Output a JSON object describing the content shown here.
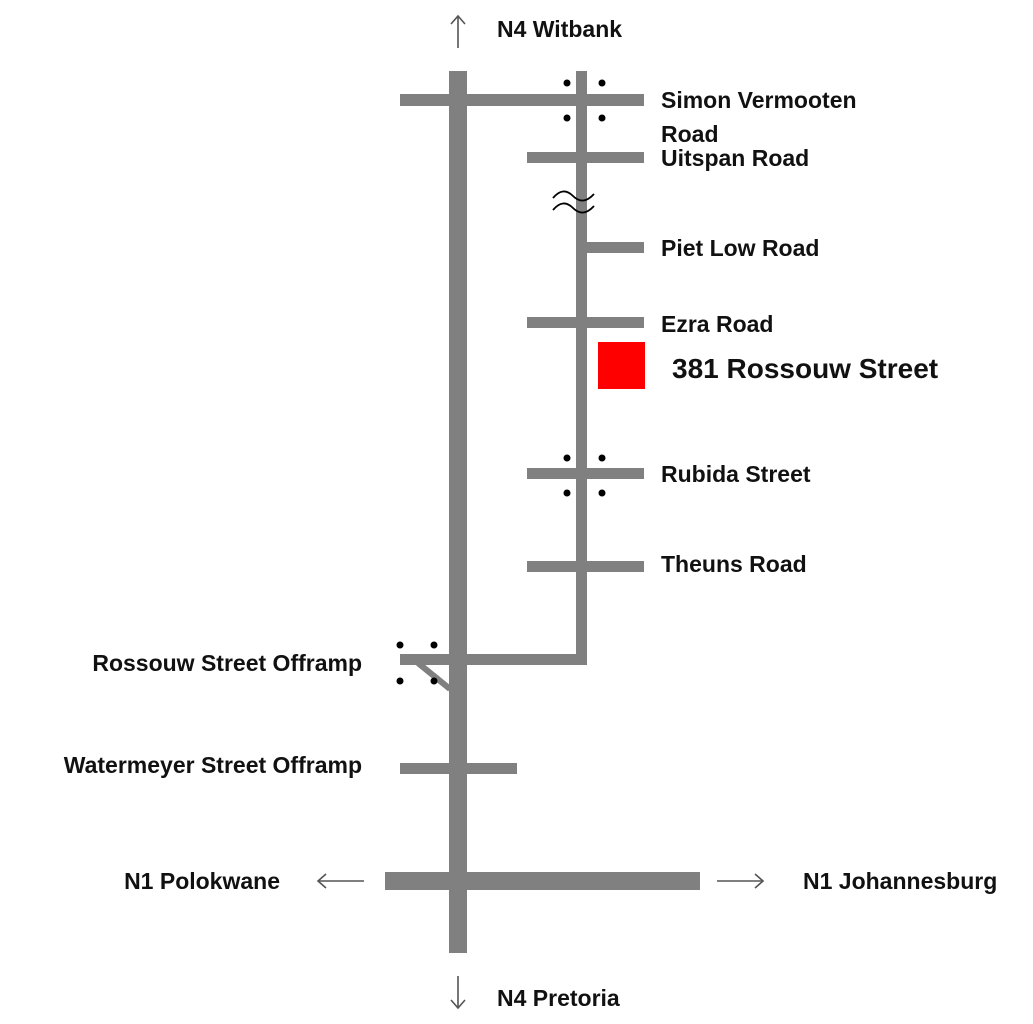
{
  "colors": {
    "road": "#808080",
    "marker": "#ff0000",
    "text": "#111111",
    "arrow": "#555555"
  },
  "highway": {
    "north": "N4 Witbank",
    "south": "N4 Pretoria",
    "west": "N1 Polokwane",
    "east": "N1 Johannesburg"
  },
  "roads": {
    "simon_vermooten_line1": "Simon Vermooten",
    "simon_vermooten_line2": "Road",
    "uitspan": "Uitspan Road",
    "piet_low": "Piet Low Road",
    "ezra": "Ezra Road",
    "rubida": "Rubida Street",
    "theuns": "Theuns Road",
    "rossouw_offramp": "Rossouw Street Offramp",
    "watermeyer_offramp": "Watermeyer Street Offramp"
  },
  "destination": {
    "label": "381 Rossouw Street"
  },
  "icons": {
    "traffic_lights": "four-dot-traffic-light-icon",
    "road_break": "double-wave-break-icon",
    "direction": "arrow-icon"
  }
}
